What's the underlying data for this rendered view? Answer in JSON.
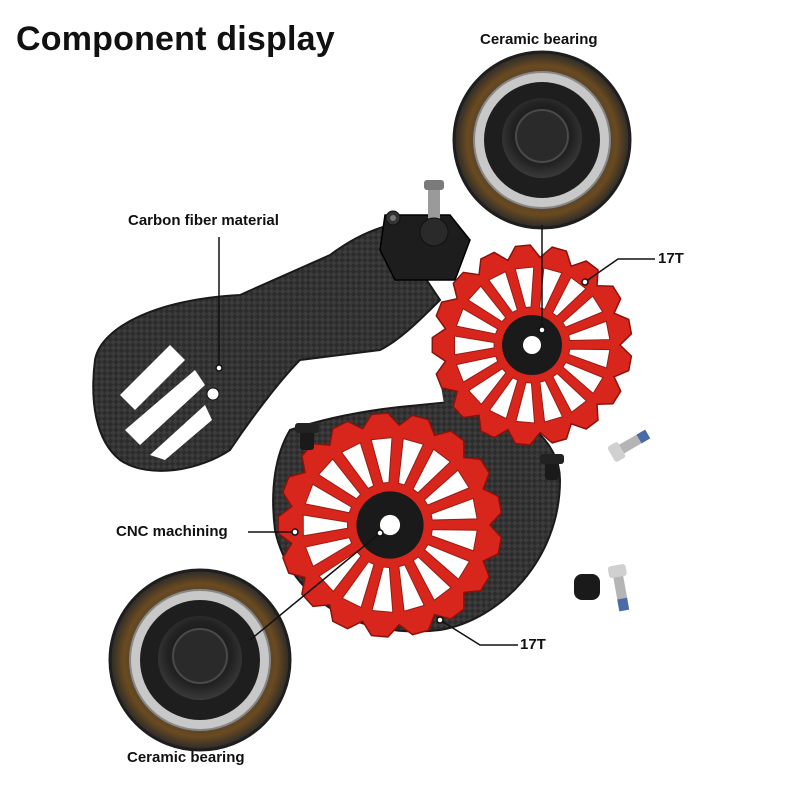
{
  "title": "Component display",
  "labels": {
    "ceramic_bearing_top": "Ceramic bearing",
    "carbon_fiber": "Carbon fiber material",
    "teeth_top": "17T",
    "cnc": "CNC machining",
    "teeth_bottom": "17T",
    "ceramic_bearing_bottom": "Ceramic bearing"
  },
  "colors": {
    "pulley_red": "#d8261c",
    "carbon": "#2b2b2b",
    "bearing_dark": "#1e1e1e",
    "bearing_ring": "#c8c8c8",
    "glow": "#c8862a"
  },
  "pulleys": [
    {
      "name": "upper-pulley",
      "teeth": 17
    },
    {
      "name": "lower-pulley",
      "teeth": 17
    }
  ]
}
